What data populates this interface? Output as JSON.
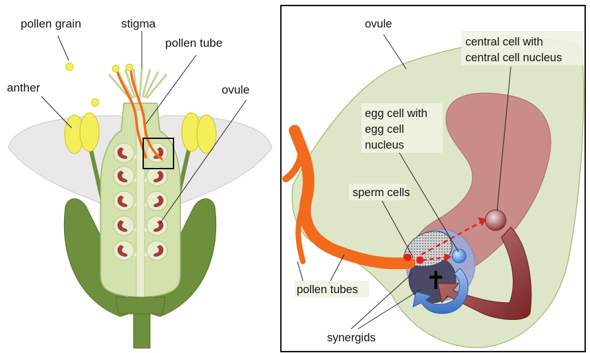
{
  "left_panel": {
    "labels": {
      "pollen_grain": "pollen grain",
      "stigma": "stigma",
      "pollen_tube": "pollen tube",
      "anther": "anther",
      "ovule": "ovule"
    }
  },
  "right_panel": {
    "labels": {
      "ovule": "ovule",
      "central_cell_line1": "central cell with",
      "central_cell_line2": "central cell nucleus",
      "egg_cell_line1": "egg cell with",
      "egg_cell_line2": "egg cell",
      "egg_cell_line3": "nucleus",
      "sperm_cells": "sperm cells",
      "pollen_tubes": "pollen tubes",
      "synergids": "synergids"
    },
    "cross_symbol": "✝"
  },
  "colors": {
    "petal": "#e8e8e8",
    "stem_green": "#6e8f3c",
    "pistil_light": "#d6e3b0",
    "pistil_mid": "#b9d08a",
    "ovule_fill": "#a93a3a",
    "anther_yellow": "#f4ee5a",
    "pollen_tube_orange": "#f26a1b",
    "ovule_bg": "#dde6c8",
    "central_cell": "#c98c88",
    "egg_cell": "#9fa9d8",
    "synergid": "#4a4a66",
    "blue_arrow": "#4d86d4",
    "red_arrow": "#8f3030",
    "sperm_red": "#e02020"
  }
}
